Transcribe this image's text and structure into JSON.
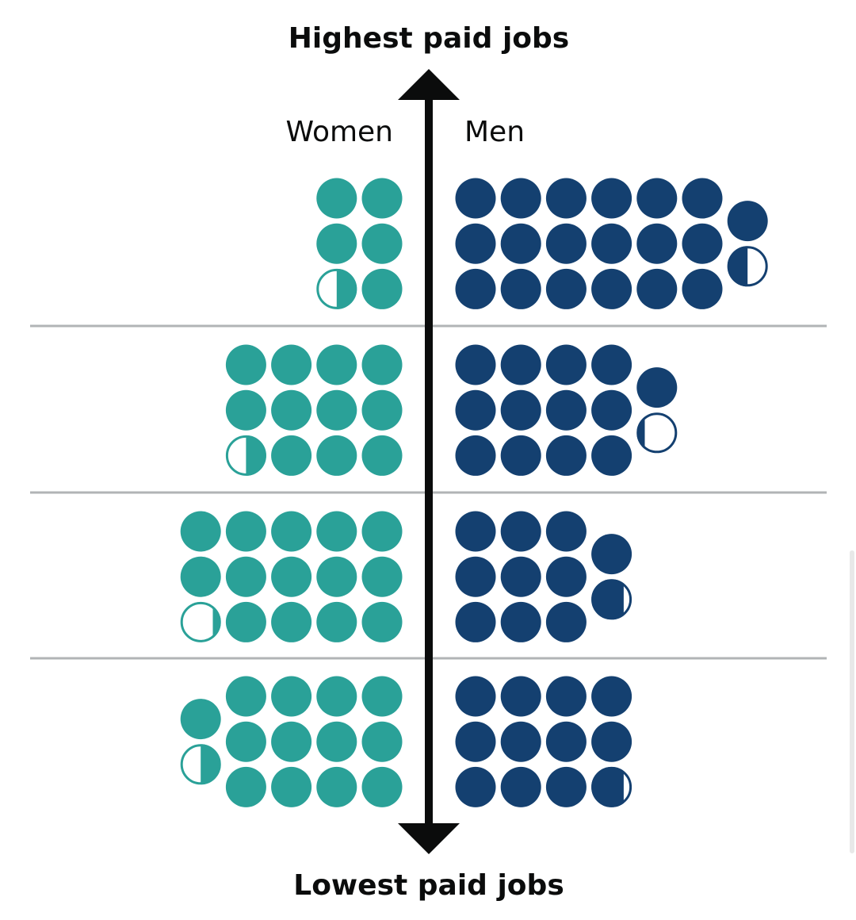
{
  "chart_data": {
    "type": "pictogram",
    "title_top": "Highest paid jobs",
    "title_bottom": "Lowest paid jobs",
    "groups": [
      "Women",
      "Men"
    ],
    "colors": {
      "Women": "#2aa198",
      "Men": "#144070",
      "separator": "#b1b4b6",
      "axis": "#0b0c0c"
    },
    "quartiles": [
      {
        "Women": 5.5,
        "Men": 19.5
      },
      {
        "Women": 11.5,
        "Men": 13.2
      },
      {
        "Women": 14.2,
        "Men": 10.8
      },
      {
        "Women": 13.5,
        "Men": 11.8
      }
    ]
  }
}
